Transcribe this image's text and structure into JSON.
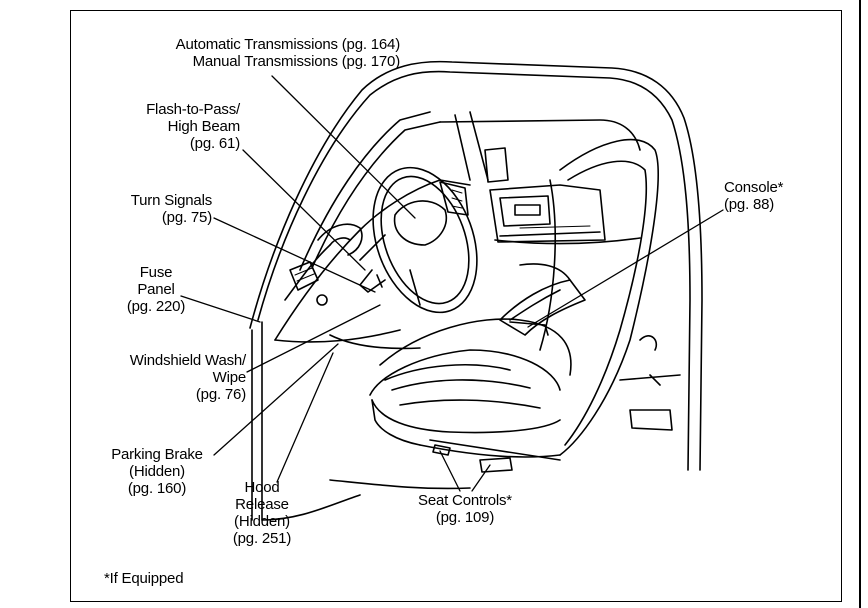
{
  "labels": {
    "transmissions": [
      "Automatic Transmissions (pg. 164)",
      "Manual Transmissions (pg. 170)"
    ],
    "flash_to_pass": [
      "Flash-to-Pass/",
      "High Beam",
      "(pg. 61)"
    ],
    "turn_signals": [
      "Turn Signals",
      "(pg. 75)"
    ],
    "fuse_panel": [
      "Fuse",
      "Panel",
      "(pg. 220)"
    ],
    "windshield_wash": [
      "Windshield Wash/",
      "Wipe",
      "(pg. 76)"
    ],
    "parking_brake": [
      "Parking Brake",
      "(Hidden)",
      "(pg. 160)"
    ],
    "hood_release": [
      "Hood",
      "Release",
      "(Hidden)",
      "(pg. 251)"
    ],
    "seat_controls": [
      "Seat Controls*",
      "(pg. 109)"
    ],
    "console": [
      "Console*",
      "(pg. 88)"
    ]
  },
  "footnote": "*If Equipped"
}
